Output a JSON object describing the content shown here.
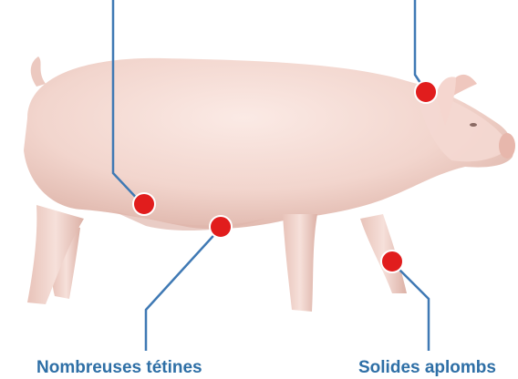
{
  "labels": {
    "teats": "Nombreuses tétines",
    "legs": "Solides aplombs"
  },
  "colors": {
    "callout_line": "#3f79b4",
    "callout_dot": "#e11d1d",
    "label_text": "#2e6fa6",
    "pig_body": "#f3d9d2",
    "pig_shadow": "#d9b3aa"
  },
  "callouts": [
    {
      "id": "top-left",
      "target": "flank"
    },
    {
      "id": "top-right",
      "target": "ear"
    },
    {
      "id": "bottom-left",
      "target": "teats"
    },
    {
      "id": "bottom-right",
      "target": "legs"
    }
  ]
}
